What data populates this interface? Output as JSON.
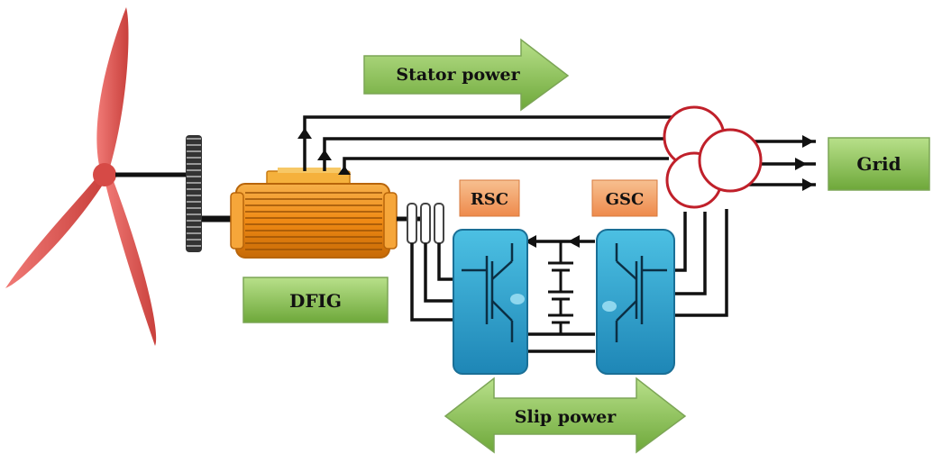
{
  "labels": {
    "stator_power": "Stator  power",
    "grid": "Grid",
    "rsc": "RSC",
    "gsc": "GSC",
    "dfig": "DFIG",
    "slip_power": "Slip  power"
  },
  "colors": {
    "blade": "#e05552",
    "generator": "#f0901e",
    "green_label": "#8fc458",
    "orange_label": "#f2a06b",
    "converter": "#2aa6cf",
    "wire": "#111111"
  },
  "icons": [
    "wind-turbine-rotor-icon",
    "gearbox-icon",
    "generator-icon",
    "slip-rings-icon",
    "transformer-icon",
    "dc-capacitor-icon",
    "igbt-icon"
  ]
}
